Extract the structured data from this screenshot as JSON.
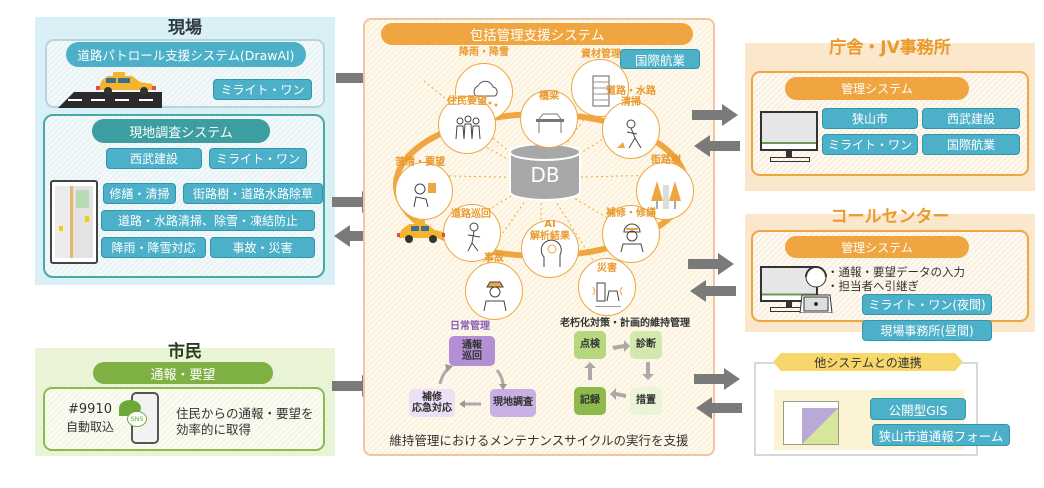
{
  "genba": {
    "title": "現場",
    "patrol": {
      "system_label": "道路パトロール支援システム(DrawAI)",
      "tag": "ミライト・ワン"
    },
    "survey": {
      "system_label": "現地調査システム",
      "companies": [
        "西武建設",
        "ミライト・ワン"
      ],
      "tasks": [
        "修繕・清掃",
        "街路樹・道路水路除草",
        "道路・水路清掃、除雪・凍結防止",
        "降雨・降雪対応",
        "事故・災害"
      ]
    }
  },
  "shimin": {
    "title": "市民",
    "pill_label": "通報・要望",
    "left_text_line1": "#9910",
    "left_text_line2": "自動取込",
    "sns_label": "SNS",
    "right_text_line1": "住民からの通報・要望を",
    "right_text_line2": "効率的に取得"
  },
  "center": {
    "title": "包括管理支援システム",
    "vendor_tag": "国際航業",
    "db_label": "DB",
    "nodes": {
      "rain": "降雨・降雪",
      "materials": "資材管理",
      "bridge": "橋梁",
      "residents": "住民要望",
      "road_water": "道路・水路\n清掃",
      "complaints": "苦情・要望",
      "street_trees": "街路樹",
      "patrol": "道路巡回",
      "ai_line1": "AI",
      "ai_line2": "解析結果",
      "repair": "補修・修繕",
      "accident": "事故",
      "disaster": "災害"
    },
    "daily": {
      "title": "日常管理",
      "steps": [
        "通報\n巡回",
        "現地調査",
        "補修\n応急対応"
      ]
    },
    "aging": {
      "title": "老朽化対策・計画的維持管理",
      "steps": [
        "点検",
        "診断",
        "措置",
        "記録"
      ]
    },
    "footer": "維持管理におけるメンテナンスサイクルの実行を支援"
  },
  "office": {
    "title": "庁舎・JV事務所",
    "system_label": "管理システム",
    "tags": [
      "狭山市",
      "西武建設",
      "ミライト・ワン",
      "国際航業"
    ]
  },
  "callcenter": {
    "title": "コールセンター",
    "system_label": "管理システム",
    "bullets": [
      "・通報・要望データの入力",
      "・担当者へ引継ぎ"
    ],
    "tags": [
      "ミライト・ワン(夜間)",
      "現場事務所(昼間)"
    ]
  },
  "linkage": {
    "title": "他システムとの連携",
    "tags": [
      "公開型GIS",
      "狭山市道通報フォーム"
    ]
  },
  "colors": {
    "teal": "#4bb0c8",
    "teal_dark": "#3c9ea0",
    "orange": "#efa640",
    "green": "#8dba4a",
    "yellow": "#f7d66a",
    "arrow_gray": "#7a7a7a",
    "db_gray": "#a8a8a8"
  }
}
